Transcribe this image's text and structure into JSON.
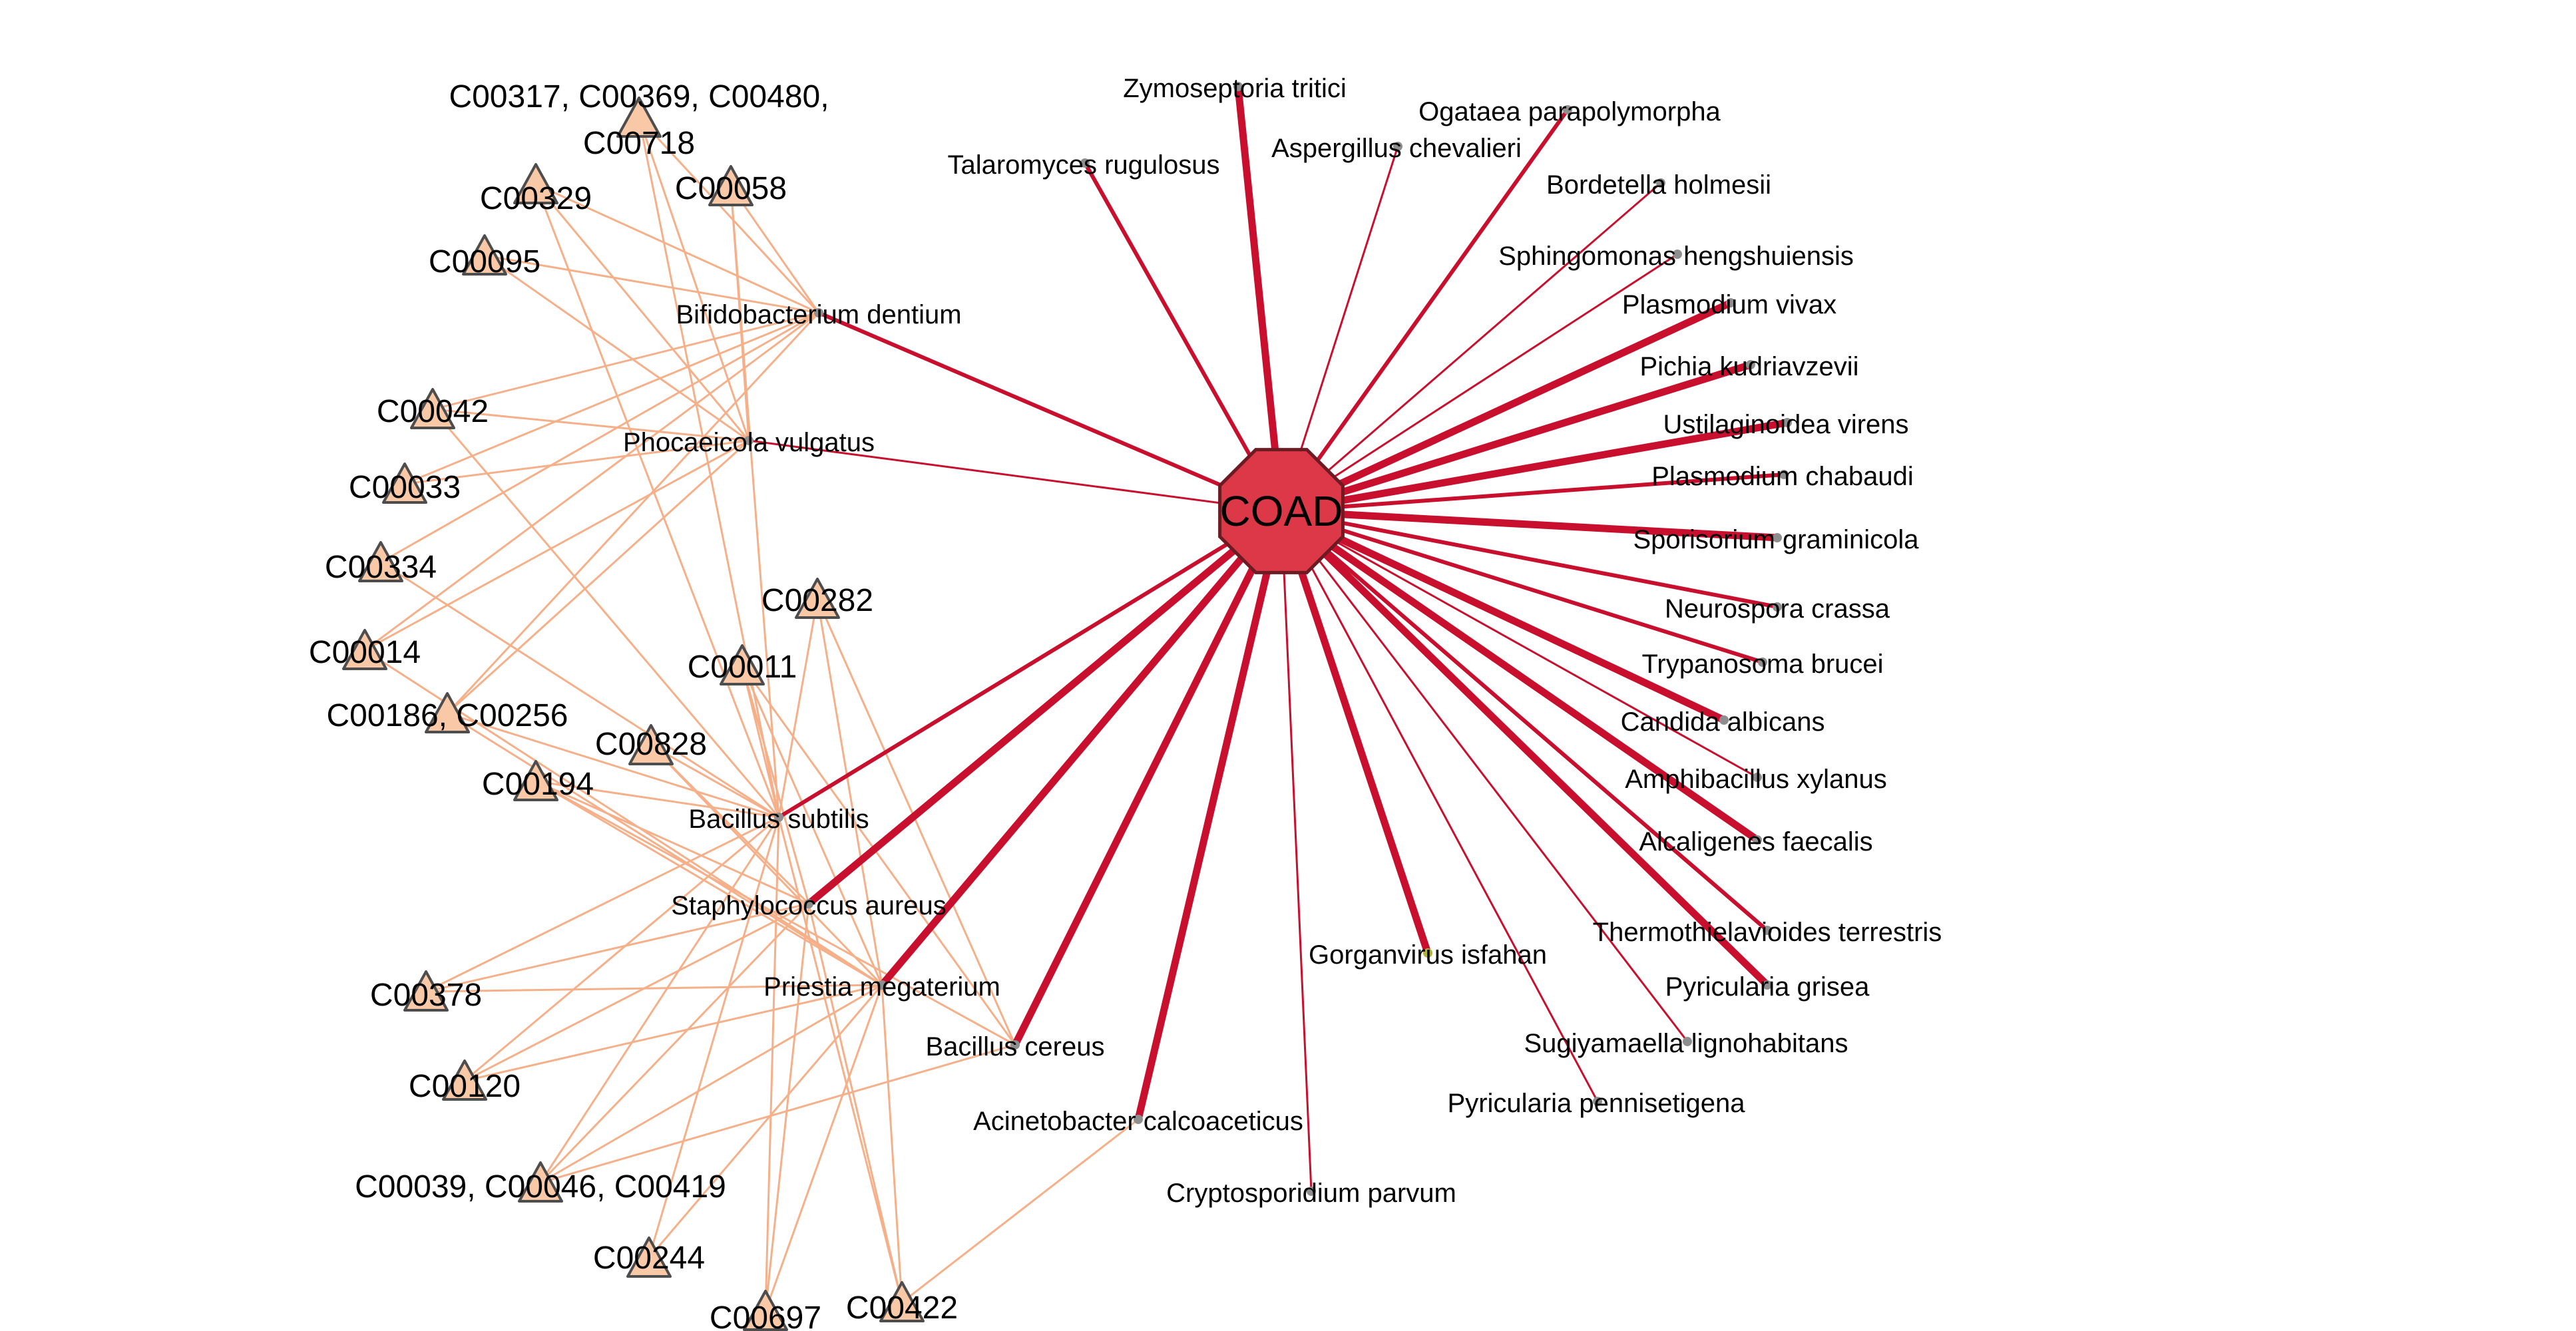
{
  "colors": {
    "hub_fill": "#dc3848",
    "hub_stroke": "#6e1a22",
    "disease_edge": "#c8102e",
    "compound_edge": "#f5b08a",
    "compound_fill": "#f9c9a7",
    "compound_stroke": "#4d4d4d",
    "organism_dot": "#8e8e8e",
    "virus_dot": "#b3b336"
  },
  "hub": {
    "id": "hub",
    "label": "COAD"
  },
  "organisms": [
    {
      "id": "zymo",
      "label": "Zymoseptoria tritici",
      "edge_weight": 3
    },
    {
      "id": "ogataea",
      "label": "Ogataea parapolymorpha",
      "edge_weight": 2
    },
    {
      "id": "asperg",
      "label": "Aspergillus chevalieri",
      "edge_weight": 1
    },
    {
      "id": "talaro",
      "label": "Talaromyces rugulosus",
      "edge_weight": 2
    },
    {
      "id": "bordet",
      "label": "Bordetella holmesii",
      "edge_weight": 1
    },
    {
      "id": "sphingo",
      "label": "Sphingomonas hengshuiensis",
      "edge_weight": 1
    },
    {
      "id": "plasvivax",
      "label": "Plasmodium vivax",
      "edge_weight": 3
    },
    {
      "id": "pichia",
      "label": "Pichia kudriavzevii",
      "edge_weight": 3
    },
    {
      "id": "ustil",
      "label": "Ustilaginoidea virens",
      "edge_weight": 3
    },
    {
      "id": "plaschab",
      "label": "Plasmodium chabaudi",
      "edge_weight": 2
    },
    {
      "id": "sporis",
      "label": "Sporisorium graminicola",
      "edge_weight": 3
    },
    {
      "id": "neuro",
      "label": "Neurospora crassa",
      "edge_weight": 2
    },
    {
      "id": "trypan",
      "label": "Trypanosoma brucei",
      "edge_weight": 2
    },
    {
      "id": "candida",
      "label": "Candida albicans",
      "edge_weight": 3
    },
    {
      "id": "amphi",
      "label": "Amphibacillus xylanus",
      "edge_weight": 1
    },
    {
      "id": "alcali",
      "label": "Alcaligenes faecalis",
      "edge_weight": 3
    },
    {
      "id": "thermo",
      "label": "Thermothielavioides terrestris",
      "edge_weight": 2
    },
    {
      "id": "pyrgris",
      "label": "Pyricularia grisea",
      "edge_weight": 3
    },
    {
      "id": "sugiya",
      "label": "Sugiyamaella lignohabitans",
      "edge_weight": 1
    },
    {
      "id": "pyrpenn",
      "label": "Pyricularia pennisetigena",
      "edge_weight": 1
    },
    {
      "id": "gorgan",
      "label": "Gorganvirus isfahan",
      "edge_weight": 3
    },
    {
      "id": "crypto",
      "label": "Cryptosporidium parvum",
      "edge_weight": 1
    },
    {
      "id": "acineto",
      "label": "Acinetobacter calcoaceticus",
      "edge_weight": 3
    },
    {
      "id": "bcereus",
      "label": "Bacillus cereus",
      "edge_weight": 3
    },
    {
      "id": "priestia",
      "label": "Priestia megaterium",
      "edge_weight": 3
    },
    {
      "id": "staph",
      "label": "Staphylococcus aureus",
      "edge_weight": 3
    },
    {
      "id": "bsub",
      "label": "Bacillus subtilis",
      "edge_weight": 2
    },
    {
      "id": "phoca",
      "label": "Phocaeicola vulgatus",
      "edge_weight": 1
    },
    {
      "id": "bifido",
      "label": "Bifidobacterium dentium",
      "edge_weight": 2
    }
  ],
  "compounds": [
    {
      "id": "c00317",
      "label": "C00317, C00369, C00480,",
      "label_line2": "C00718"
    },
    {
      "id": "c00058",
      "label": "C00058"
    },
    {
      "id": "c00329",
      "label": "C00329"
    },
    {
      "id": "c00095",
      "label": "C00095"
    },
    {
      "id": "c00042",
      "label": "C00042"
    },
    {
      "id": "c00033",
      "label": "C00033"
    },
    {
      "id": "c00334",
      "label": "C00334"
    },
    {
      "id": "c00014",
      "label": "C00014"
    },
    {
      "id": "c00186",
      "label": "C00186, C00256"
    },
    {
      "id": "c00194",
      "label": "C00194"
    },
    {
      "id": "c00282",
      "label": "C00282"
    },
    {
      "id": "c00011",
      "label": "C00011"
    },
    {
      "id": "c00828",
      "label": "C00828"
    },
    {
      "id": "c00378",
      "label": "C00378"
    },
    {
      "id": "c00120",
      "label": "C00120"
    },
    {
      "id": "c00039",
      "label": "C00039, C00046, C00419"
    },
    {
      "id": "c00244",
      "label": "C00244"
    },
    {
      "id": "c00697",
      "label": "C00697"
    },
    {
      "id": "c00422",
      "label": "C00422"
    }
  ],
  "compound_links": [
    [
      "c00317",
      "bifido"
    ],
    [
      "c00317",
      "phoca"
    ],
    [
      "c00317",
      "bsub"
    ],
    [
      "c00058",
      "bifido"
    ],
    [
      "c00058",
      "phoca"
    ],
    [
      "c00058",
      "bsub"
    ],
    [
      "c00329",
      "bifido"
    ],
    [
      "c00329",
      "phoca"
    ],
    [
      "c00329",
      "bsub"
    ],
    [
      "c00095",
      "bifido"
    ],
    [
      "c00095",
      "phoca"
    ],
    [
      "c00042",
      "bifido"
    ],
    [
      "c00042",
      "phoca"
    ],
    [
      "c00042",
      "bsub"
    ],
    [
      "c00033",
      "bifido"
    ],
    [
      "c00033",
      "phoca"
    ],
    [
      "c00334",
      "bifido"
    ],
    [
      "c00334",
      "bsub"
    ],
    [
      "c00014",
      "bifido"
    ],
    [
      "c00014",
      "phoca"
    ],
    [
      "c00014",
      "priestia"
    ],
    [
      "c00186",
      "bifido"
    ],
    [
      "c00186",
      "phoca"
    ],
    [
      "c00186",
      "bsub"
    ],
    [
      "c00186",
      "priestia"
    ],
    [
      "c00194",
      "bsub"
    ],
    [
      "c00194",
      "staph"
    ],
    [
      "c00194",
      "priestia"
    ],
    [
      "c00194",
      "bcereus"
    ],
    [
      "c00282",
      "bsub"
    ],
    [
      "c00282",
      "priestia"
    ],
    [
      "c00282",
      "bcereus"
    ],
    [
      "c00011",
      "bsub"
    ],
    [
      "c00011",
      "staph"
    ],
    [
      "c00011",
      "priestia"
    ],
    [
      "c00011",
      "bcereus"
    ],
    [
      "c00828",
      "bsub"
    ],
    [
      "c00828",
      "staph"
    ],
    [
      "c00828",
      "priestia"
    ],
    [
      "c00378",
      "bsub"
    ],
    [
      "c00378",
      "staph"
    ],
    [
      "c00378",
      "priestia"
    ],
    [
      "c00120",
      "bsub"
    ],
    [
      "c00120",
      "staph"
    ],
    [
      "c00120",
      "priestia"
    ],
    [
      "c00039",
      "bsub"
    ],
    [
      "c00039",
      "staph"
    ],
    [
      "c00039",
      "priestia"
    ],
    [
      "c00039",
      "bcereus"
    ],
    [
      "c00244",
      "bsub"
    ],
    [
      "c00244",
      "priestia"
    ],
    [
      "c00697",
      "bsub"
    ],
    [
      "c00697",
      "staph"
    ],
    [
      "c00697",
      "priestia"
    ],
    [
      "c00422",
      "bsub"
    ],
    [
      "c00422",
      "priestia"
    ],
    [
      "c00422",
      "acineto"
    ],
    [
      "c00422",
      "staph"
    ]
  ]
}
